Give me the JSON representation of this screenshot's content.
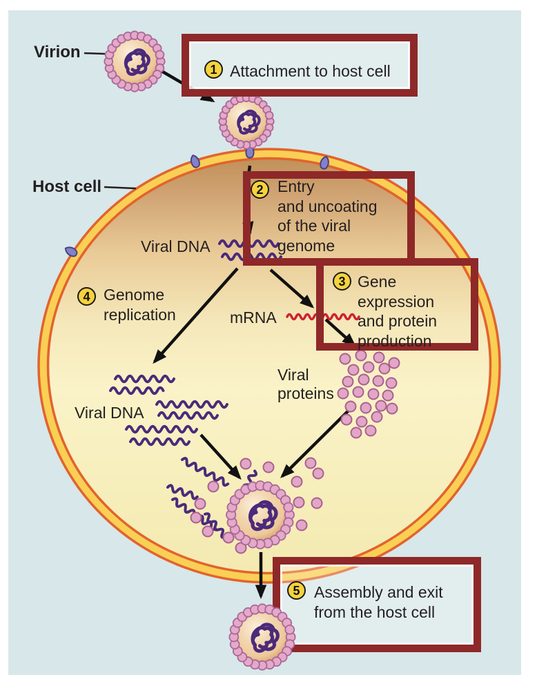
{
  "figure": {
    "labels": {
      "virion": "Virion",
      "host_cell": "Host cell",
      "viral_dna_top": "Viral DNA",
      "viral_dna_bottom": "Viral DNA",
      "mrna": "mRNA",
      "viral_proteins": [
        "Viral",
        "proteins"
      ]
    },
    "steps": [
      {
        "number": "1",
        "label": "Attachment to host cell",
        "boxed": true
      },
      {
        "number": "2",
        "lines": [
          "Entry",
          "and uncoating",
          "of the viral",
          "genome"
        ],
        "boxed": true
      },
      {
        "number": "3",
        "lines": [
          "Gene",
          "expression",
          "and protein",
          "production"
        ],
        "boxed": true
      },
      {
        "number": "4",
        "lines": [
          "Genome",
          "replication"
        ],
        "boxed": false
      },
      {
        "number": "5",
        "lines": [
          "Assembly and exit",
          "from the host cell"
        ],
        "boxed": true
      }
    ],
    "colors": {
      "page_bg": "#ffffff",
      "canvas_bg": "#d8e7e9",
      "box_border": "#8e2829",
      "number_circle_fill": "#f6d23c",
      "membrane_line": "#e2632d",
      "membrane_band": "#f9cf55",
      "cell_top_tan": "#bd8c52",
      "cell_center_yellow": "#faf3c8",
      "virion_body": "#eec89b",
      "knob_pink": "#e5a9c9",
      "knob_outline": "#a86898",
      "dna_purple": "#4b2a7b",
      "mrna_red": "#cf2030",
      "protein_pink": "#e2a6c6",
      "protein_outline": "#a8618f",
      "receptor_purple": "#8481ca",
      "receptor_outline": "#46447e",
      "arrow_black": "#111111",
      "text": "#231f20"
    }
  }
}
